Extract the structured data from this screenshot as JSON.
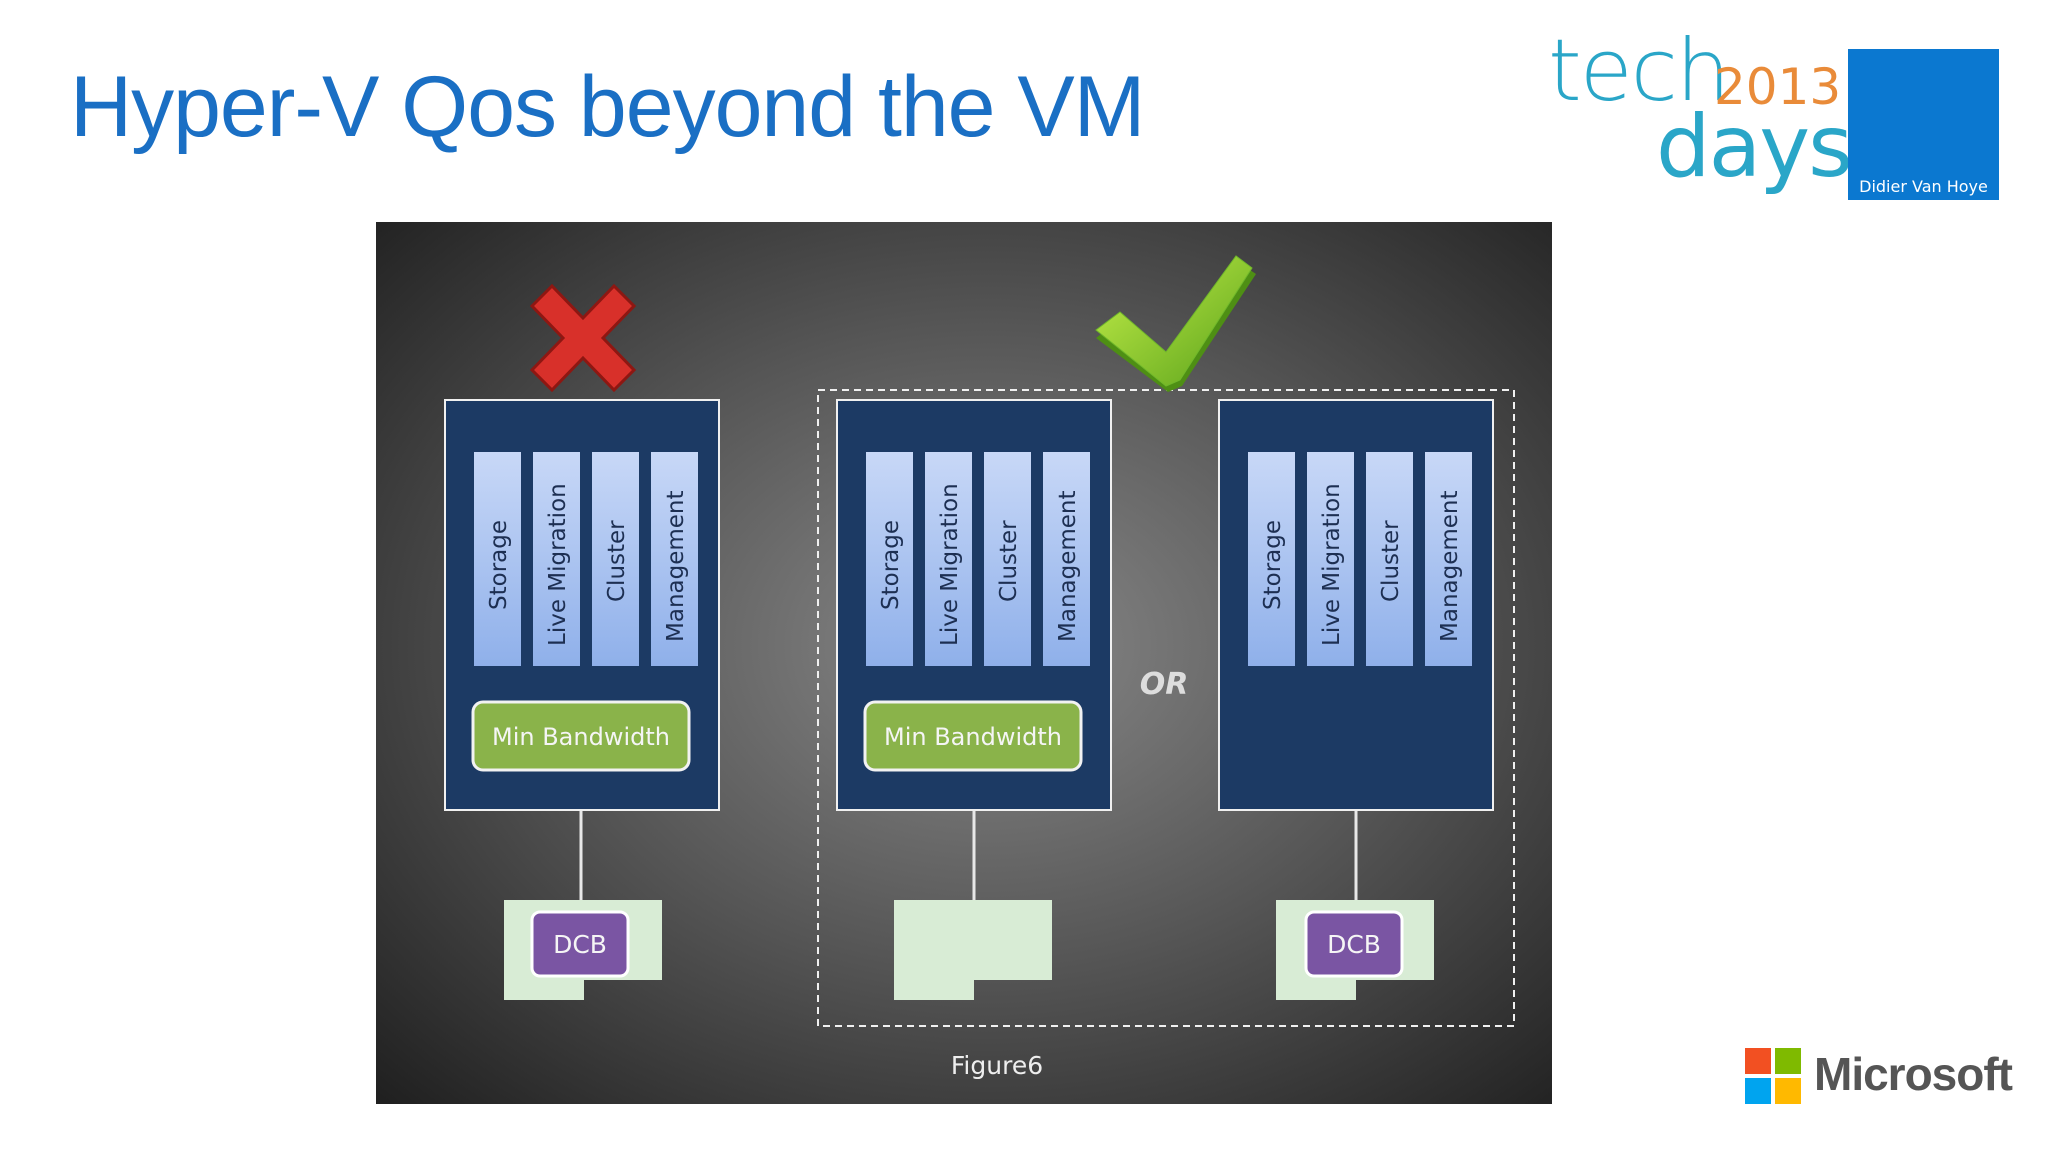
{
  "slide": {
    "title": "Hyper-V Qos beyond the VM"
  },
  "logo": {
    "tech": "tech",
    "days": "days",
    "year": "2013",
    "presenter": "Didier Van Hoye"
  },
  "brand": {
    "name": "Microsoft",
    "colors": [
      "#f25022",
      "#7fba00",
      "#00a4ef",
      "#ffb900"
    ]
  },
  "diagram": {
    "lanes": [
      "Storage",
      "Live Migration",
      "Cluster",
      "Management"
    ],
    "min_bandwidth": "Min Bandwidth",
    "dcb": "DCB",
    "or": "OR",
    "caption": "Figure6",
    "reject_icon": "red-cross-icon",
    "approve_icon": "green-check-icon",
    "colors": {
      "host": "#1c3a64",
      "lane": "#a9c3f2",
      "min_bandwidth": "#8ab34a",
      "dcb": "#7a55a3",
      "nic": "#d8ecd5"
    }
  }
}
